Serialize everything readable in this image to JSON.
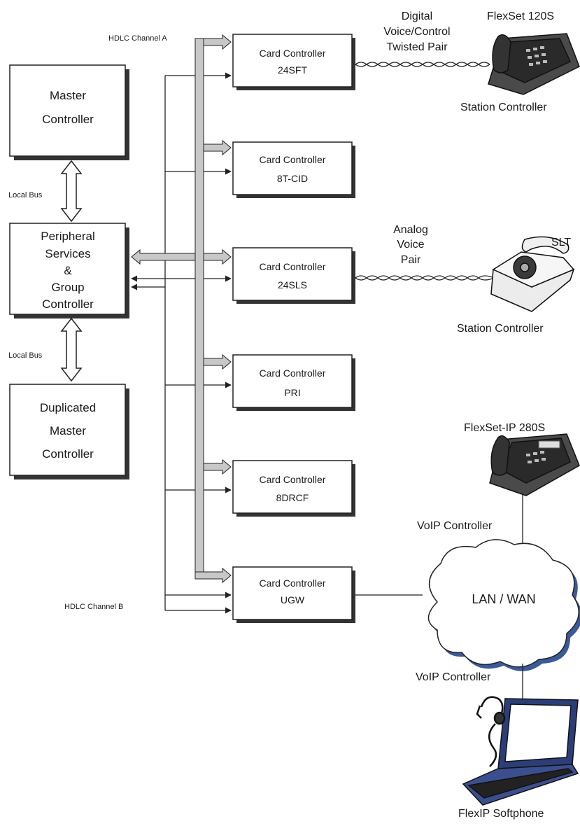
{
  "blocks": {
    "master": [
      "Master",
      "Controller"
    ],
    "peripheral": [
      "Peripheral",
      "Services",
      "&",
      "Group",
      "Controller"
    ],
    "duplicated": [
      "Duplicated",
      "Master",
      "Controller"
    ]
  },
  "bus_labels": {
    "local_bus_top": "Local Bus",
    "local_bus_bottom": "Local Bus",
    "hdlc_a": "HDLC Channel A",
    "hdlc_b": "HDLC Channel B"
  },
  "cards": [
    {
      "title": "Card Controller",
      "model": "24SFT"
    },
    {
      "title": "Card Controller",
      "model": "8T-CID"
    },
    {
      "title": "Card Controller",
      "model": "24SLS"
    },
    {
      "title": "Card Controller",
      "model": "PRI"
    },
    {
      "title": "Card Controller",
      "model": "8DRCF"
    },
    {
      "title": "Card Controller",
      "model": "UGW"
    }
  ],
  "links": {
    "digital": [
      "Digital",
      "Voice/Control",
      "Twisted Pair"
    ],
    "analog": [
      "Analog",
      "Voice",
      "Pair"
    ]
  },
  "devices": {
    "flexset_120s": "FlexSet 120S",
    "station_controller_1": "Station Controller",
    "slt": "SLT",
    "station_controller_2": "Station Controller",
    "flexset_ip": "FlexSet-IP 280S",
    "voip_controller_1": "VoIP Controller",
    "cloud": "LAN / WAN",
    "voip_controller_2": "VoIP Controller",
    "softphone": "FlexIP Softphone"
  },
  "icons": [
    "desk-phone-icon",
    "slt-phone-icon",
    "ip-phone-icon",
    "cloud-icon",
    "laptop-icon",
    "headset-icon"
  ]
}
